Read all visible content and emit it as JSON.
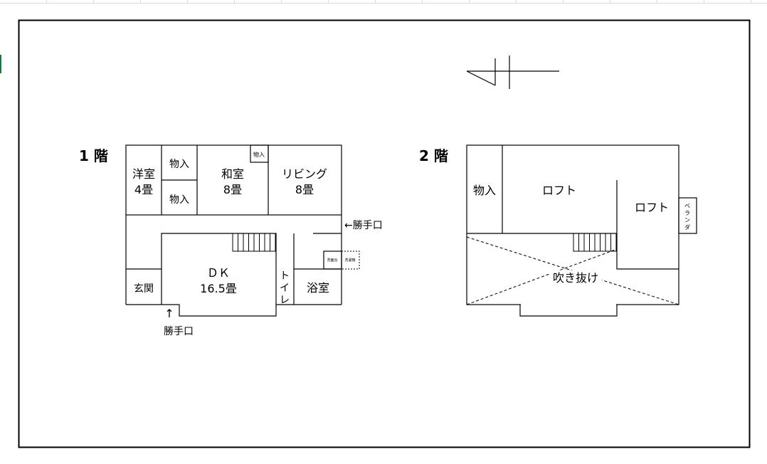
{
  "colors": {
    "background": "#ffffff",
    "line": "#000000",
    "grid": "#d9d9d9",
    "selection_marker": "#217346"
  },
  "floor1": {
    "title": "1 階",
    "rooms": {
      "western_room": [
        "洋室",
        "4畳"
      ],
      "storage_upper": "物入",
      "storage_lower": "物入",
      "japanese_room": [
        "和室",
        "8畳"
      ],
      "storage_small": "物入",
      "living": [
        "リビング",
        "8畳"
      ],
      "dk": [
        "ＤＫ",
        "16.5畳"
      ],
      "entrance": "玄関",
      "toilet": [
        "ト",
        "イ",
        "レ"
      ],
      "bath": "浴室",
      "washbasin": "洗面台",
      "washing_machine": "洗濯機"
    },
    "back_door_right": "←勝手口",
    "back_door_bottom": "勝手口",
    "arrow_up": "↑"
  },
  "floor2": {
    "title": "2 階",
    "rooms": {
      "storage": "物入",
      "loft_left": "ロフト",
      "loft_right": "ロフト",
      "veranda": [
        "ベ",
        "ラ",
        "ン",
        "ダ"
      ],
      "atrium": "吹き抜け"
    }
  }
}
